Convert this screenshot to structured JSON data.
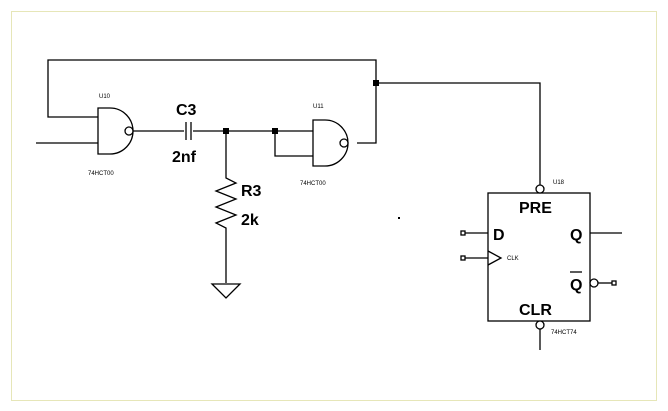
{
  "capacitor": {
    "ref": "C3",
    "value": "2nf"
  },
  "resistor": {
    "ref": "R3",
    "value": "2k"
  },
  "gate1": {
    "ref": "U10",
    "part": "74HCT00"
  },
  "gate2": {
    "ref": "U11",
    "part": "74HCT00"
  },
  "flipflop": {
    "ref": "U18",
    "part": "74HCT74",
    "pins": {
      "pre": "PRE",
      "clr": "CLR",
      "d": "D",
      "q": "Q",
      "qbar": "Q",
      "clk": "CLK"
    }
  },
  "colors": {
    "frame": "#e6e6b8",
    "ink": "#000000"
  }
}
